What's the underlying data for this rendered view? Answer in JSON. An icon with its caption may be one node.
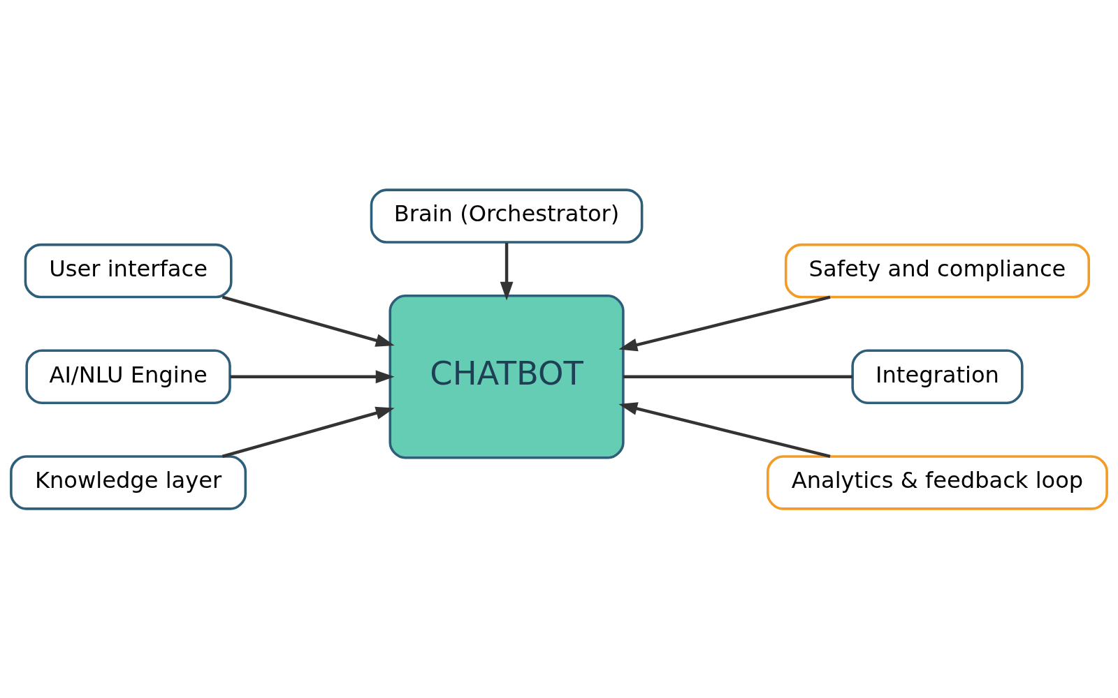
{
  "diagram": {
    "nodes": [
      {
        "text": [
          "User interface"
        ]
      },
      {
        "text": [
          "Brain (Orchestrator)"
        ]
      },
      {
        "text": [
          "Safety and compliance"
        ]
      },
      {
        "text": [
          "AI/NLU Engine"
        ]
      },
      {
        "text": [
          "CHATBOT"
        ]
      },
      {
        "text": [
          "Integration"
        ]
      },
      {
        "text": [
          "Knowledge layer"
        ]
      },
      {
        "text": [
          "Analytics & feedback loop"
        ]
      }
    ],
    "edges": [
      {
        "from": 0,
        "to": 4,
        "arrow": "to"
      },
      {
        "from": 1,
        "to": 4,
        "arrow": "to"
      },
      {
        "from": 2,
        "to": 4,
        "arrow": "to"
      },
      {
        "from": 3,
        "to": 4,
        "arrow": "to"
      },
      {
        "from": 5,
        "to": 4,
        "arrow": "none"
      },
      {
        "from": 6,
        "to": 4,
        "arrow": "to"
      },
      {
        "from": 7,
        "to": 4,
        "arrow": "to"
      }
    ]
  }
}
